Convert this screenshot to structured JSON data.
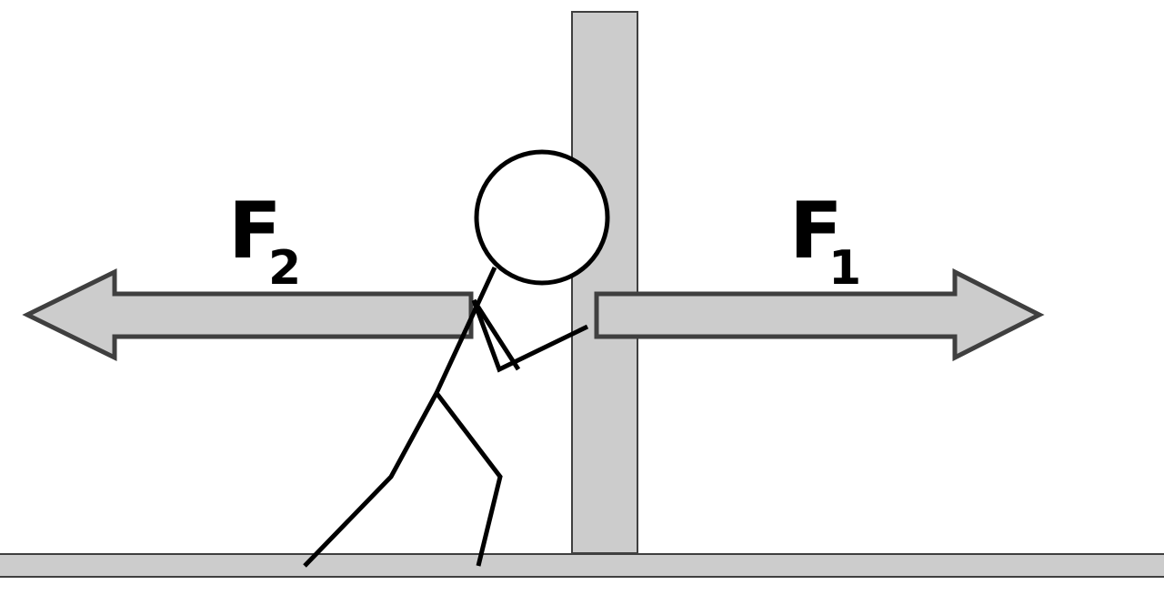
{
  "colors": {
    "fill": "#cccccc",
    "outline": "#3f3f3f",
    "figure": "#000000",
    "background": "#ffffff"
  },
  "forces": {
    "left": {
      "letter": "F",
      "subscript": "2",
      "direction": "left"
    },
    "right": {
      "letter": "F",
      "subscript": "1",
      "direction": "right"
    }
  }
}
